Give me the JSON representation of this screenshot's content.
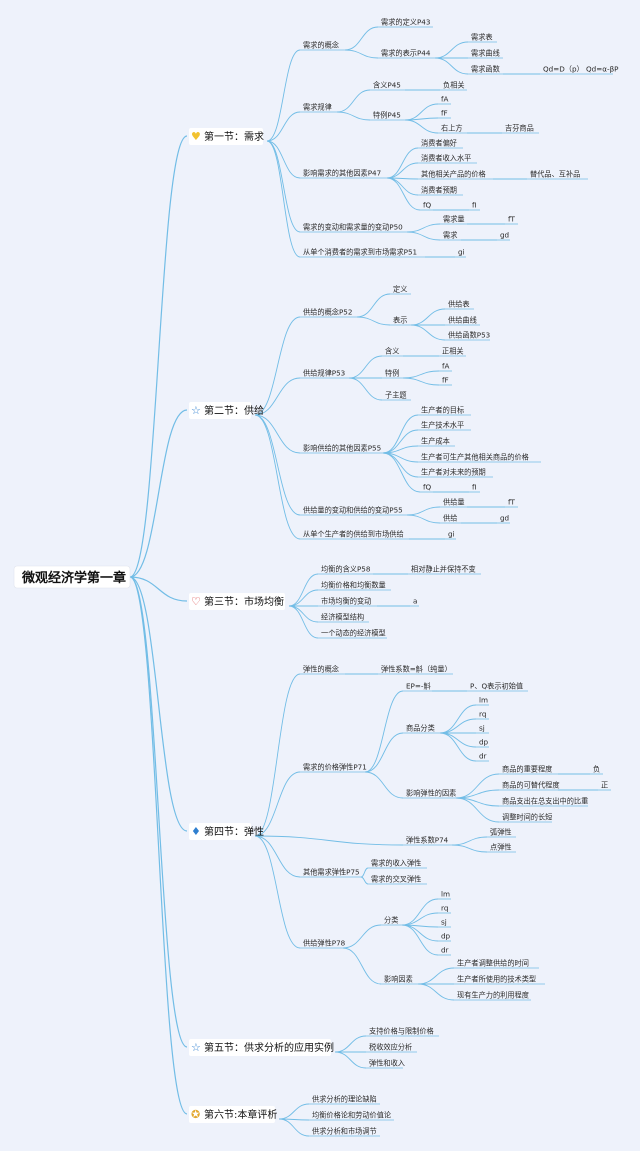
{
  "colors": {
    "line": "#72bde6",
    "background": "#eef2fb",
    "section_box": "#ffffff"
  },
  "root": "微观经济学第一章",
  "sections": [
    {
      "icon": "yellow-heart-icon",
      "label": "第一节：需求"
    },
    {
      "icon": "star-outline-icon",
      "label": "第二节：供给"
    },
    {
      "icon": "red-heart-outline-icon",
      "label": "第三节：市场均衡"
    },
    {
      "icon": "flame-icon",
      "label": "第四节：弹性"
    },
    {
      "icon": "star-outline-icon",
      "label": "第五节：供求分析的应用实例"
    },
    {
      "icon": "badge-icon",
      "label": "第六节:本章评析"
    }
  ],
  "nodes": [
    "需求的概念",
    "需求的定义P43",
    "需求的表示P44",
    "需求表",
    "需求曲线",
    "需求函数",
    "Qd=D（p） Qd=α-βP",
    "需求规律",
    "含义P45",
    "负相关",
    "特例P45",
    "fA",
    "fF",
    "右上方",
    "吉芬商品",
    "影响需求的其他因素P47",
    "消费者偏好",
    "消费者收入水平",
    "其他相关产品的价格",
    "替代品、互补品",
    "消费者预期",
    "fQ",
    "fI",
    "需求的变动和需求量的变动P50",
    "需求量",
    "fT",
    "需求",
    "gd",
    "从单个消费者的需求到市场需求P51",
    "gi",
    "供给的概念P52",
    "定义",
    "表示",
    "供给表",
    "供给曲线",
    "供给函数P53",
    "供给规律P53",
    "含义",
    "正相关",
    "特例",
    "fA",
    "fF",
    "子主题",
    "影响供给的其他因素P55",
    "生产者的目标",
    "生产技术水平",
    "生产成本",
    "生产者可生产其他相关商品的价格",
    "生产者对未来的预期",
    "fQ",
    "fI",
    "供给量的变动和供给的变动P55",
    "供给量",
    "fT",
    "供给",
    "gd",
    "从单个生产者的供给到市场供给",
    "gi",
    "均衡的含义P58",
    "相对静止并保持不变",
    "均衡价格和均衡数量",
    "市场均衡的变动",
    "a",
    "经济模型结构",
    "一个动态的经济模型",
    "弹性的概念",
    "弹性系数=斛（纯量）",
    "需求的价格弹性P71",
    "EP=-斛",
    "P、Q表示初始值",
    "商品分类",
    "lm",
    "rq",
    "sj",
    "dp",
    "dr",
    "影响弹性的因素",
    "商品的重要程度",
    "负",
    "商品的可替代程度",
    "正",
    "商品支出在总支出中的比重",
    "调整时间的长短",
    "弹性系数P74",
    "弧弹性",
    "点弹性",
    "其他需求弹性P75",
    "需求的收入弹性",
    "需求的交叉弹性",
    "供给弹性P78",
    "分类",
    "lm",
    "rq",
    "sj",
    "dp",
    "dr",
    "影响因素",
    "生产者调整供给的时间",
    "生产者所使用的技术类型",
    "现有生产力的利用程度",
    "支持价格与限制价格",
    "税收效应分析",
    "弹性和收入",
    "供求分析的理论缺陷",
    "均衡价格论和劳动价值论",
    "供求分析和市场调节"
  ]
}
